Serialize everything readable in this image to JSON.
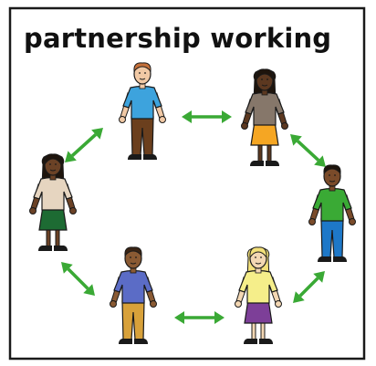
{
  "title": "partnership working",
  "colors": {
    "frame": "#1a1a1a",
    "arrow": "#3aa935",
    "outline": "#1a1a1a",
    "shoe": "#1a1a1a"
  },
  "people": [
    {
      "id": "person-top-left",
      "skin": "#f1c9a5",
      "hair": "#c4703a",
      "hair_style": "short",
      "shirt": "#3da3dd",
      "lower": "#6b3f1d",
      "lower_type": "trousers"
    },
    {
      "id": "person-top-right",
      "skin": "#5c3820",
      "hair": "#1e140c",
      "hair_style": "long",
      "shirt": "#86776a",
      "lower": "#f5a623",
      "lower_type": "skirt"
    },
    {
      "id": "person-right",
      "skin": "#7a4b2a",
      "hair": "#1e140c",
      "hair_style": "short",
      "shirt": "#3aaa35",
      "lower": "#1e78c8",
      "lower_type": "trousers"
    },
    {
      "id": "person-bottom-right",
      "skin": "#f3d7b3",
      "hair": "#f3e07a",
      "hair_style": "long",
      "shirt": "#f5ee8a",
      "lower": "#7d3f98",
      "lower_type": "skirt"
    },
    {
      "id": "person-bottom-left",
      "skin": "#8a5a33",
      "hair": "#3a2414",
      "hair_style": "short",
      "shirt": "#5b6cc6",
      "lower": "#d8a13a",
      "lower_type": "trousers"
    },
    {
      "id": "person-left",
      "skin": "#6b4226",
      "hair": "#1e140c",
      "hair_style": "long",
      "shirt": "#e6d5c0",
      "lower": "#1d6b33",
      "lower_type": "skirt"
    }
  ]
}
